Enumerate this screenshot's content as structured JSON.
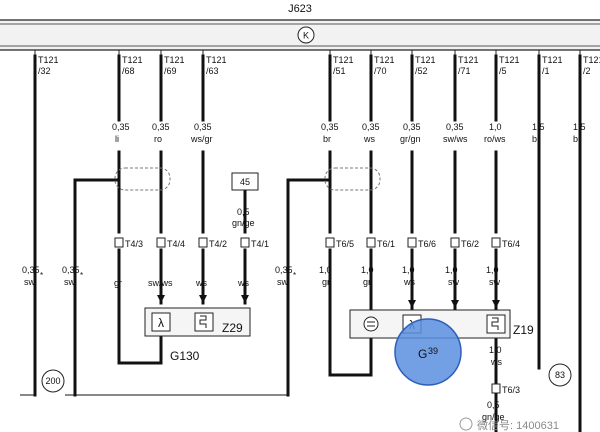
{
  "ecu": {
    "name": "J623",
    "k_symbol": "K"
  },
  "connectors_top": [
    {
      "id": "t121-32-line1",
      "line1": "T121",
      "line2": "/32"
    },
    {
      "id": "t121-68",
      "line1": "T121",
      "line2": "/68"
    },
    {
      "id": "t121-69",
      "line1": "T121",
      "line2": "/69"
    },
    {
      "id": "t121-63",
      "line1": "T121",
      "line2": "/63"
    },
    {
      "id": "t121-51",
      "line1": "T121",
      "line2": "/51"
    },
    {
      "id": "t121-70",
      "line1": "T121",
      "line2": "/70"
    },
    {
      "id": "t121-52",
      "line1": "T121",
      "line2": "/52"
    },
    {
      "id": "t121-71",
      "line1": "T121",
      "line2": "/71"
    },
    {
      "id": "t121-5",
      "line1": "T121",
      "line2": "/5"
    },
    {
      "id": "t121-1",
      "line1": "T121",
      "line2": "/1"
    },
    {
      "id": "t121-2",
      "line1": "T121",
      "line2": "/2"
    }
  ],
  "wires_top": [
    {
      "size": "0,35",
      "color": "li"
    },
    {
      "size": "0,35",
      "color": "ro"
    },
    {
      "size": "0,35",
      "color": "ws/gr"
    },
    {
      "size": "0,35",
      "color": "br"
    },
    {
      "size": "0,35",
      "color": "ws"
    },
    {
      "size": "0,35",
      "color": "gr/gn"
    },
    {
      "size": "0,35",
      "color": "sw/ws"
    },
    {
      "size": "1,0",
      "color": "ro/ws"
    },
    {
      "size": "1,5",
      "color": "br"
    },
    {
      "size": "1,5",
      "color": "br"
    }
  ],
  "shield_wires": [
    {
      "size": "0,35",
      "color": "sw"
    },
    {
      "size": "0,35",
      "color": "sw"
    },
    {
      "size": "0,35",
      "color": "sw"
    }
  ],
  "box_45": {
    "label": "45",
    "size": "0,5",
    "color": "gn/ge"
  },
  "pins_g130": [
    {
      "pin": "T4/3",
      "color": "gr"
    },
    {
      "pin": "T4/4",
      "color": "sw/ws"
    },
    {
      "pin": "T4/2",
      "color": "ws"
    },
    {
      "pin": "T4/1",
      "color": "ws"
    }
  ],
  "pins_g39": [
    {
      "pin": "T6/5",
      "size": "1,0",
      "color": "gr"
    },
    {
      "pin": "T6/1",
      "size": "1,0",
      "color": "gn"
    },
    {
      "pin": "T6/6",
      "size": "1,0",
      "color": "ws"
    },
    {
      "pin": "T6/2",
      "size": "1,0",
      "color": "sw"
    },
    {
      "pin": "T6/4",
      "size": "1,0",
      "color": "sw"
    }
  ],
  "sensor_g130": {
    "name": "G130",
    "heater": "Z29",
    "lambda_symbol": "λ"
  },
  "sensor_g39": {
    "name_main": "G",
    "name_sub": "39",
    "heater": "Z19",
    "lambda_symbol": "λ"
  },
  "lower_wire": {
    "size": "1,0",
    "color": "ws",
    "pin": "T6/3",
    "size2": "0,5",
    "color2": "gn/ge"
  },
  "refs": {
    "ref_200": "200",
    "ref_83": "83"
  },
  "colors": {
    "highlight_fill": "#5b8fe0",
    "highlight_stroke": "#2d5fb8",
    "bus_fill": "#f2f2f2"
  },
  "watermark": "微信号: 1400631"
}
